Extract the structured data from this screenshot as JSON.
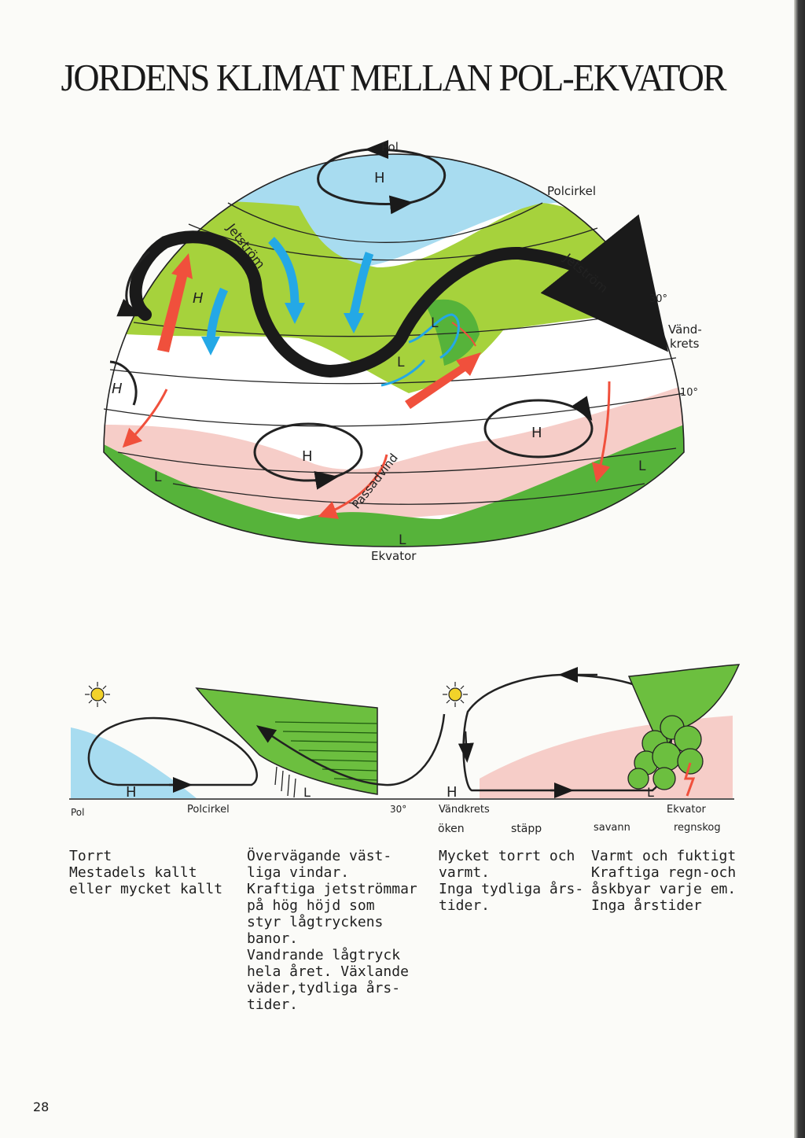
{
  "title": "JORDENS KLIMAT MELLAN POL-EKVATOR",
  "globe": {
    "pole": "Pol",
    "polar_circle": "Polcirkel",
    "lat30": "30°",
    "tropic_line1": "Vänd-",
    "tropic_line2": "krets",
    "lat10": "10°",
    "equator": "Ekvator",
    "jet_left": "Jetström",
    "jet_right": "Jetström",
    "trade_wind": "Passadvind",
    "high": "H",
    "low": "L"
  },
  "profile": {
    "labels": {
      "pole": "Pol",
      "polar_circle": "Polcirkel",
      "lat30": "30°",
      "tropic": "Vändkrets",
      "equator": "Ekvator",
      "desert": "öken",
      "steppe": "stäpp",
      "savanna": "savann",
      "rainforest": "regnskog",
      "high": "H",
      "low": "L"
    }
  },
  "columns": [
    {
      "lines": [
        "Torrt",
        "Mestadels kallt",
        "eller mycket kallt"
      ]
    },
    {
      "lines": [
        "Övervägande väst-",
        "liga vindar.",
        "Kraftiga jetströmmar",
        "på hög höjd som",
        "styr lågtryckens",
        "banor.",
        "Vandrande lågtryck",
        "hela året. Växlande",
        "väder,tydliga års-",
        "tider."
      ]
    },
    {
      "lines": [
        "Mycket torrt och",
        "varmt.",
        "Inga tydliga års-",
        "tider."
      ]
    },
    {
      "lines": [
        "Varmt och fuktigt",
        "Kraftiga regn-och",
        "åskbyar varje em.",
        "Inga årstider"
      ]
    }
  ],
  "page_number": "28",
  "colors": {
    "polar": "#a8dcf0",
    "temperate": "#a6d23c",
    "subtropic": "#f6cdc8",
    "equatorial": "#56b33a",
    "jet": "#1a1a1a",
    "warm_arrow": "#f0503c",
    "cold_arrow": "#24a8e6"
  }
}
